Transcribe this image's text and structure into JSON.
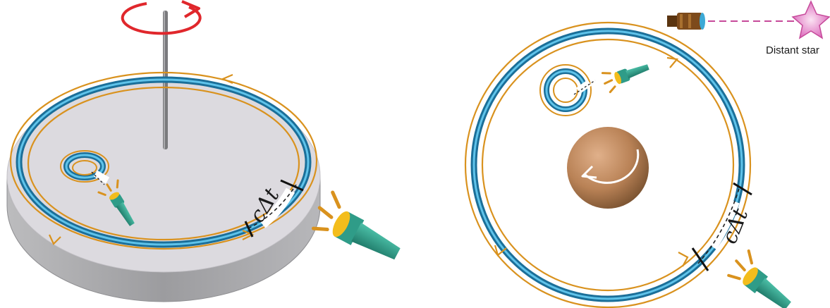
{
  "labels": {
    "left_interval": "cΔt",
    "right_interval": "cΔt",
    "star": "Distant star"
  },
  "colors": {
    "disk_top": "#dcdadf",
    "disk_side": "#a8a8ab",
    "ring_blue": "#2a9fcc",
    "ring_blue_dark": "#1b6f99",
    "orbit_orange": "#d9921e",
    "rotation_red": "#e0272c",
    "flashlight_green": "#2f9c88",
    "lens_yellow": "#f3bd1c",
    "planet_brown": "#b98256",
    "star_pink": "#e67bc9",
    "telescope_brown": "#7d4a1b"
  },
  "icons": [
    "rotation-arrow-icon",
    "flashlight-icon",
    "planet-icon",
    "telescope-icon",
    "star-icon"
  ]
}
